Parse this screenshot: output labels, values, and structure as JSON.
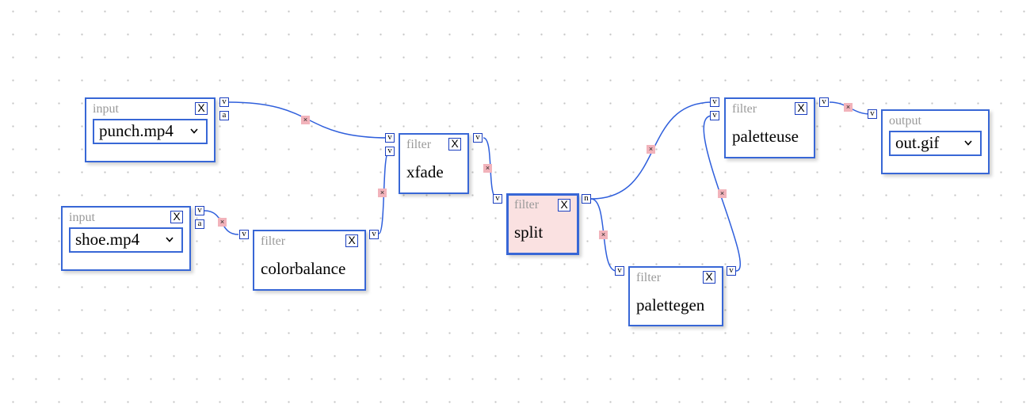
{
  "nodes": {
    "input_punch": {
      "kind": "input",
      "close": "X",
      "value": "punch.mp4"
    },
    "input_shoe": {
      "kind": "input",
      "close": "X",
      "value": "shoe.mp4"
    },
    "colorbalance": {
      "kind": "filter",
      "close": "X",
      "name": "colorbalance"
    },
    "xfade": {
      "kind": "filter",
      "close": "X",
      "name": "xfade"
    },
    "split": {
      "kind": "filter",
      "close": "X",
      "name": "split"
    },
    "palettegen": {
      "kind": "filter",
      "close": "X",
      "name": "palettegen"
    },
    "paletteuse": {
      "kind": "filter",
      "close": "X",
      "name": "paletteuse"
    },
    "output": {
      "kind": "output",
      "close": "X",
      "value": "out.gif"
    }
  },
  "ports": {
    "video": "v",
    "audio": "a",
    "multi": "n"
  },
  "link_cut_glyph": "×",
  "colors": {
    "node_border": "#3867d6",
    "wire": "#2f5fdc",
    "selected_fill": "#fae1e1",
    "cut_marker": "#f2b3bb"
  }
}
